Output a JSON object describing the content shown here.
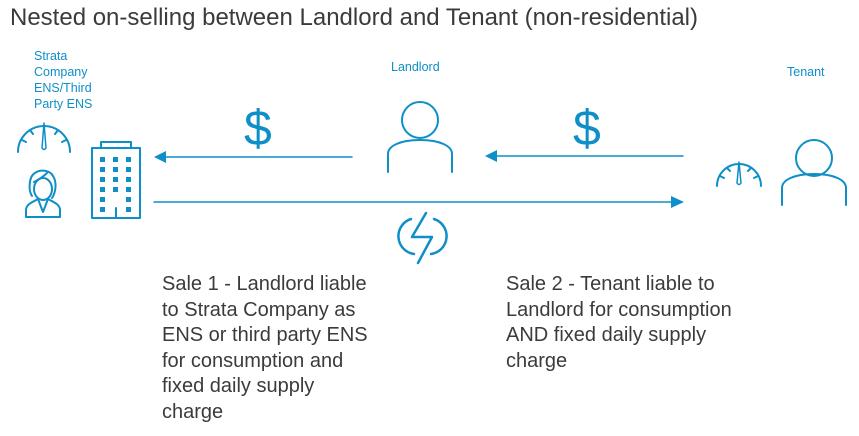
{
  "title": "Nested on-selling between Landlord and Tenant (non-residential)",
  "colors": {
    "accent": "#0f8fc7",
    "text": "#3b3b3b",
    "background": "#ffffff"
  },
  "parties": {
    "strata": {
      "label_lines": [
        "Strata",
        "Company",
        "ENS/Third",
        "Party ENS"
      ],
      "icons": [
        "meter-icon",
        "woman-person-icon",
        "building-icon"
      ]
    },
    "landlord": {
      "label": "Landlord",
      "icons": [
        "person-icon"
      ]
    },
    "tenant": {
      "label": "Tenant",
      "icons": [
        "meter-icon",
        "person-icon"
      ]
    }
  },
  "flows": {
    "payment_landlord_to_strata": {
      "symbol": "$",
      "direction": "left"
    },
    "payment_tenant_to_landlord": {
      "symbol": "$",
      "direction": "left"
    },
    "electricity_strata_to_tenant": {
      "icon": "lightning-icon",
      "direction": "right"
    }
  },
  "sales": {
    "sale1": {
      "lines": [
        "Sale 1 - Landlord liable",
        "to Strata Company as",
        "ENS or third party ENS",
        "for consumption and",
        "fixed daily supply",
        "charge"
      ]
    },
    "sale2": {
      "lines": [
        "Sale 2 - Tenant liable to",
        "Landlord for consumption",
        "AND fixed daily supply",
        "charge"
      ]
    }
  }
}
